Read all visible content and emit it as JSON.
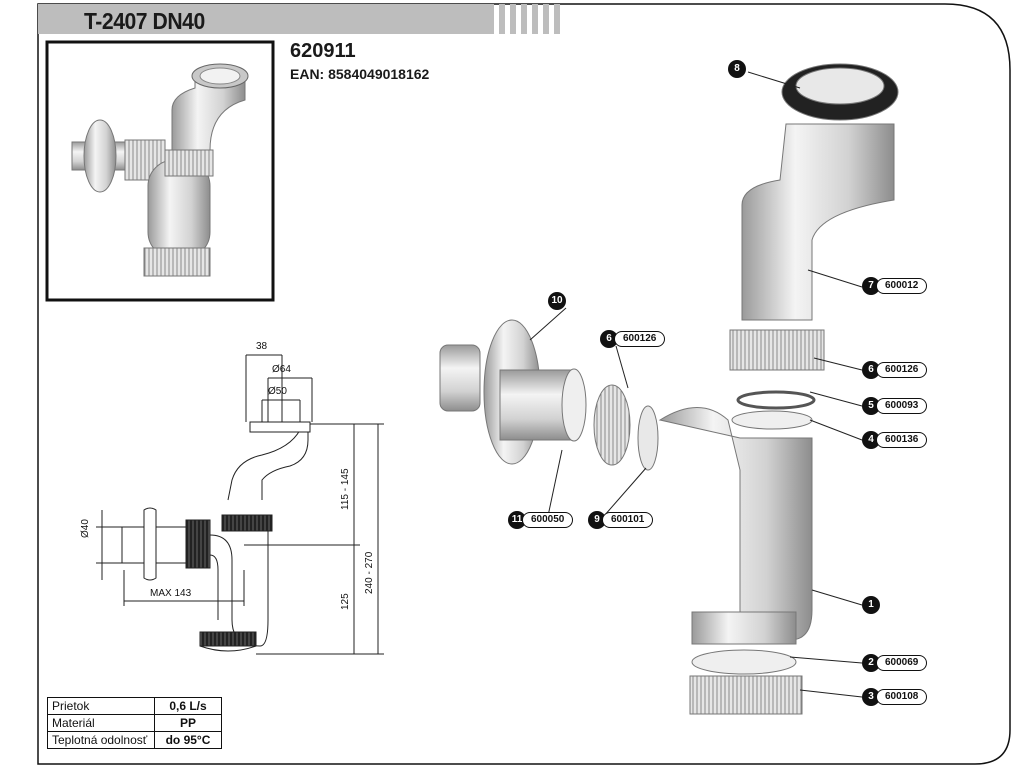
{
  "header": {
    "title": "T-2407 DN40"
  },
  "product": {
    "code": "620911",
    "ean": "EAN: 8584049018162"
  },
  "dimensions": {
    "d1": "38",
    "d2": "Ø64",
    "d3": "Ø50",
    "d4": "Ø40",
    "h1": "115 - 145",
    "h2": "240 - 270",
    "h3": "125",
    "w1": "MAX 143"
  },
  "callouts": [
    {
      "num": "8",
      "code": ""
    },
    {
      "num": "7",
      "code": "600012"
    },
    {
      "num": "6",
      "code": "600126"
    },
    {
      "num": "5",
      "code": "600093"
    },
    {
      "num": "4",
      "code": "600136"
    },
    {
      "num": "1",
      "code": ""
    },
    {
      "num": "2",
      "code": "600069"
    },
    {
      "num": "3",
      "code": "600108"
    },
    {
      "num": "10",
      "code": ""
    },
    {
      "num": "6",
      "code": "600126"
    },
    {
      "num": "11",
      "code": "600050"
    },
    {
      "num": "9",
      "code": "600101"
    }
  ],
  "specs": [
    {
      "label": "Prietok",
      "value": "0,6 L/s"
    },
    {
      "label": "Materiál",
      "value": "PP"
    },
    {
      "label": "Teplotná odolnosť",
      "value": "do 95°C"
    }
  ],
  "colors": {
    "header_bar": "#bdbdbd",
    "frame": "#111111",
    "part_fill": "#dcdcdc",
    "seal": "#333333"
  }
}
